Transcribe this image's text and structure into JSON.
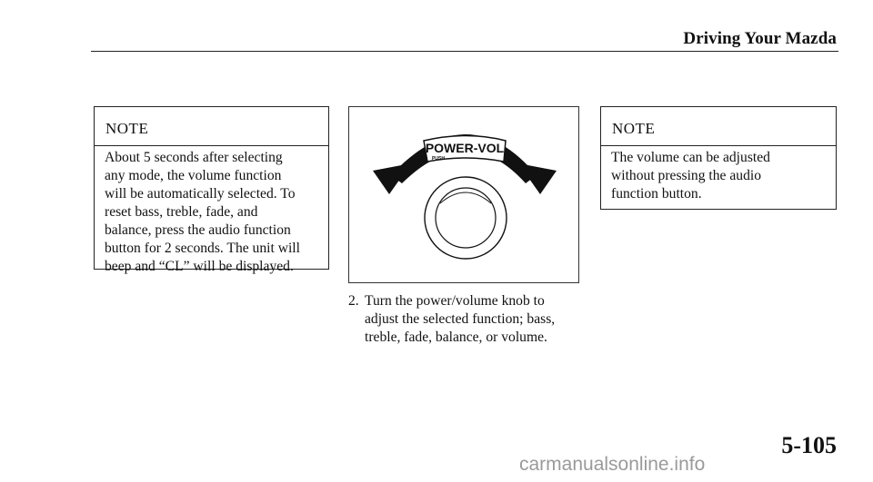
{
  "header": {
    "title": "Driving Your Mazda"
  },
  "note_left": {
    "heading": "NOTE",
    "lines": [
      "About 5 seconds after selecting",
      "any mode, the volume function",
      "will be automatically selected. To",
      "reset bass, treble, fade, and",
      "balance, press the audio function",
      "button for 2 seconds. The unit will",
      "beep and “CL” will be displayed."
    ]
  },
  "figure": {
    "knob_label": "POWER-VOL",
    "knob_sublabel": "PUSH"
  },
  "step": {
    "number": "2.",
    "lines": [
      "Turn the power/volume knob to",
      "adjust the selected function; bass,",
      "treble, fade, balance, or volume."
    ]
  },
  "note_right": {
    "heading": "NOTE",
    "lines": [
      "The volume can be adjusted",
      "without pressing the audio",
      "function button."
    ]
  },
  "footer": {
    "page_number": "5-105",
    "watermark": "carmanualsonline.info"
  }
}
